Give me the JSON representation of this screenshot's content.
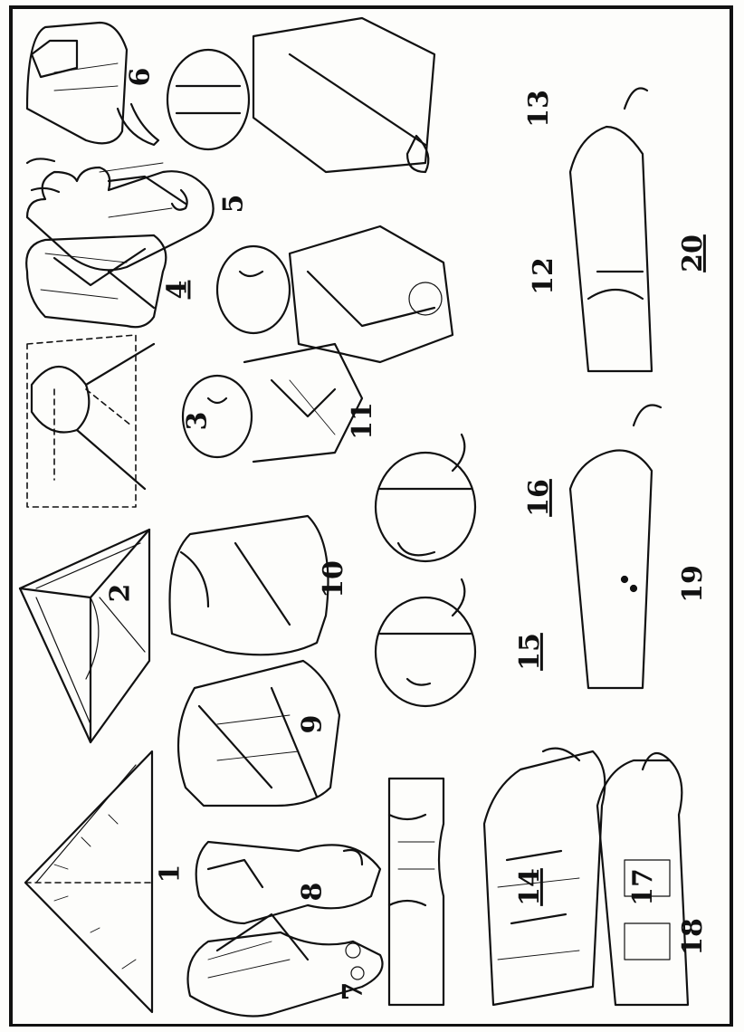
{
  "figure": {
    "labels": {
      "f1": "1",
      "f2": "2",
      "f3": "3",
      "f4": "4",
      "f5": "5",
      "f6": "6",
      "f7": "7",
      "f8": "8",
      "f9": "9",
      "f10": "10",
      "f11": "11",
      "f12": "12",
      "f13": "13",
      "f14": "14",
      "f15": "15",
      "f16": "16",
      "f17": "17",
      "f18": "18",
      "f19": "19",
      "f20": "20"
    }
  }
}
